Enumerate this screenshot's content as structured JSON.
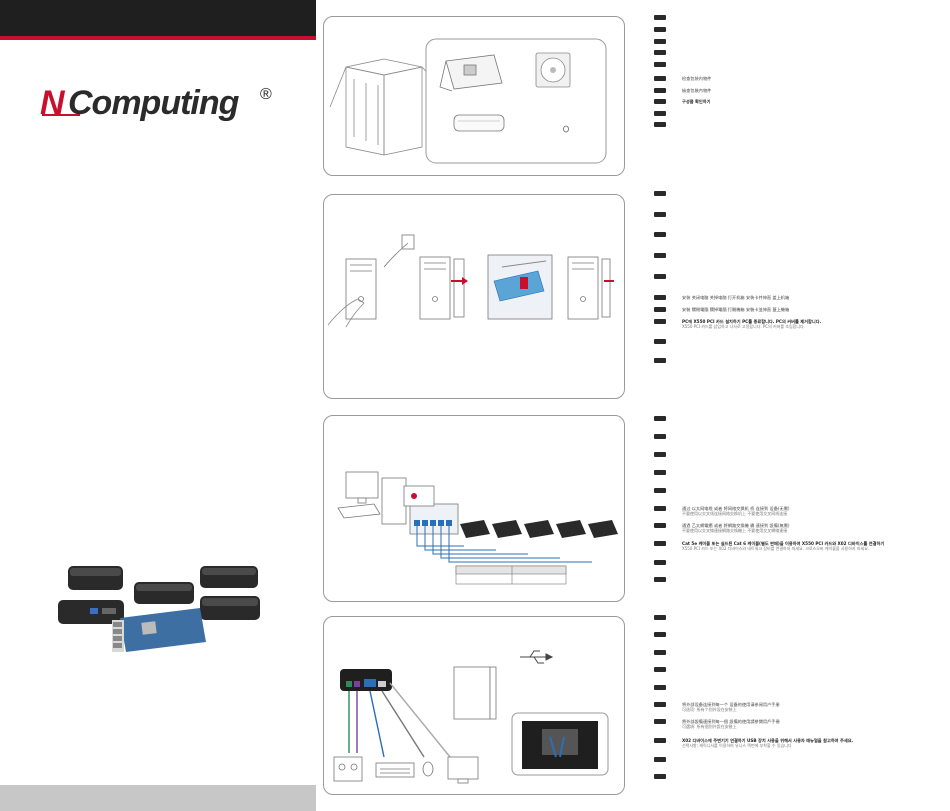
{
  "brand": {
    "logo_n": "N",
    "logo_text": "Computing",
    "registered": "®"
  },
  "colors": {
    "brand_red": "#c8102e",
    "header_dark": "#1f1f1f",
    "footer_gray": "#c7c7c7",
    "panel_border": "#9a9a9a",
    "accent_blue": "#2a6fb5"
  },
  "panel1": {
    "legend_lines": [
      "检查包装内物件",
      "檢查包裝內物件",
      "구성품 확인하기"
    ]
  },
  "panel2": {
    "lines": [
      "安装    关闭电脑    关掉电脑    打开机箱    安装卡并伸直    盖上机箱",
      "安裝    關閉電腦    關掉電腦    打開機箱    安裝卡並伸直    蓋上機箱",
      "PC에 X550 PCI 카드 설치하기    PC를 종료합니다.    PC의 커버를 제거합니다."
    ],
    "sub_line": "X550 PCI 카드를 삽입하고 나사로 고정합니다.    PC의 커버를 조립합니다."
  },
  "panel3": {
    "lines": [
      "通过 以太网电缆    或者 将网络交换机    桥    连接到    设备(无需)",
      "通過 乙太網電纜    或者 將網路交換機    橋    連接到    設備(無需)",
      "Cat 5e 케이블 또는 실드된 Cat 6 케이블(별도 판매)을 이용하여 X550 PCI 카드와 X02 디바이스를 연결하기"
    ],
    "sub_lines": [
      "不要使用以交叉线连接网络交换机上    不要使用交叉网线连接",
      "不要使用以交叉線連接網路交換機上    不要使用交叉網線連接",
      "X550 PCI 카드 또는 X02 디바이스와 네트워크 장비를 연결하지 마세요.    크로스오버 케이블을 사용하지 마세요."
    ]
  },
  "panel4": {
    "lines": [
      "将外部设备连接到每一个    设备的使用请参阅用户手册",
      "將外部設備連接到每一個    設備的使用請參閱用戶手冊",
      "X02 디바이스에 주변기기 연결하기    USB 장치 사용을 위해서 사용자 매뉴얼을 참고하여 주세요."
    ],
    "sub_lines": [
      "可选项: 所有个别外设在安装上",
      "可選項: 所有個別外設在安裝上",
      "선택사항:    캐릭니서를 이용하여 유니스 텍펀에 부착할 수 있습니다"
    ]
  }
}
